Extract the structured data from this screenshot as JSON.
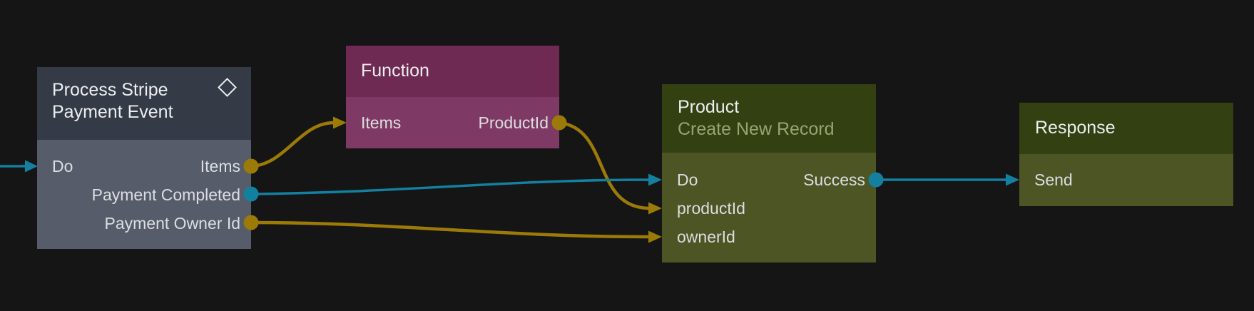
{
  "colors": {
    "canvas_bg": "#151515",
    "signal": "#1480a0",
    "data_wire": "#9c7a08",
    "node1_header": "#343a46",
    "node1_body": "#565c6a",
    "node2_header": "#6e2a53",
    "node2_body": "#7e3a64",
    "green_header": "#334011",
    "green_body": "#4c5523",
    "title_text": "#eceef0",
    "subtitle_text": "#98a572",
    "port_text": "#dcdee1"
  },
  "nodes": {
    "stripe": {
      "title": "Process Stripe Payment Event",
      "ports": {
        "do": "Do",
        "items": "Items",
        "payment_completed": "Payment Completed",
        "payment_owner_id": "Payment Owner Id"
      }
    },
    "function": {
      "title": "Function",
      "ports": {
        "items": "Items",
        "product_id": "ProductId"
      }
    },
    "product": {
      "title": "Product",
      "subtitle": "Create New Record",
      "ports": {
        "do": "Do",
        "success": "Success",
        "product_id": "productId",
        "owner_id": "ownerId"
      }
    },
    "response": {
      "title": "Response",
      "ports": {
        "send": "Send"
      }
    }
  }
}
